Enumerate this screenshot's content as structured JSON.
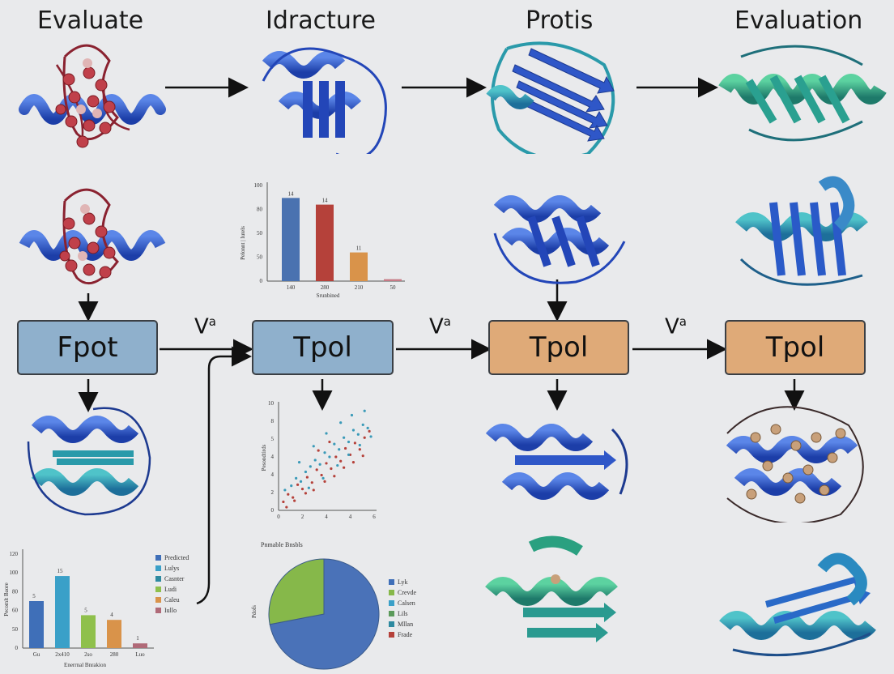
{
  "titles": {
    "col1": "Evaluate",
    "col2": "Idracture",
    "col3": "Protis",
    "col4": "Evaluation"
  },
  "boxes": {
    "box1": "Fpot",
    "box2": "Tpol",
    "box3": "Tpol",
    "box4": "Tpol"
  },
  "connectors": {
    "va1": "V",
    "va1_sup": "a",
    "va2": "V",
    "va2_sup": "a",
    "va3": "V",
    "va3_sup": "a"
  },
  "colors": {
    "box_blue": "#8fb0cc",
    "box_orange": "#dfaa78",
    "ribbon_blue": "#2a56c6",
    "ribbon_teal": "#2a9aaa",
    "ribbon_green": "#28a07a",
    "bead_red": "#c0404a"
  },
  "chart_data": [
    {
      "type": "bar",
      "title": "",
      "ylabel": "Pelonnt | Iutels",
      "xlabel": "Srunbined",
      "categories": [
        "140",
        "280",
        "210",
        "50"
      ],
      "values": [
        87,
        80,
        30,
        2
      ],
      "data_labels": [
        "14",
        "14",
        "11",
        ""
      ],
      "yticks": [
        "0",
        "50",
        "50",
        "80",
        "100"
      ],
      "ylim": [
        0,
        100
      ],
      "colors": [
        "#4a72b0",
        "#b5413a",
        "#d9934a",
        "#c77a86"
      ]
    },
    {
      "type": "scatter",
      "ylabel": "Pesondtirds",
      "xticks": [
        "0",
        "2",
        "4",
        "4",
        "6"
      ],
      "yticks": [
        "0",
        "2",
        "4",
        "4",
        "5",
        "8",
        "10"
      ],
      "xlim": [
        0,
        6
      ],
      "ylim": [
        0,
        10
      ],
      "series": [
        {
          "color": "#b5413a",
          "points": [
            [
              0.3,
              0.8
            ],
            [
              0.6,
              1.5
            ],
            [
              0.9,
              1.2
            ],
            [
              1.2,
              2.4
            ],
            [
              1.5,
              2.0
            ],
            [
              1.8,
              3.1
            ],
            [
              2.1,
              2.6
            ],
            [
              2.4,
              3.8
            ],
            [
              2.7,
              3.3
            ],
            [
              3.0,
              4.4
            ],
            [
              3.3,
              3.9
            ],
            [
              3.6,
              5.0
            ],
            [
              3.9,
              4.6
            ],
            [
              4.2,
              5.8
            ],
            [
              4.5,
              5.2
            ],
            [
              4.8,
              6.3
            ],
            [
              5.1,
              5.7
            ],
            [
              5.4,
              6.8
            ],
            [
              0.5,
              0.3
            ],
            [
              1.0,
              0.9
            ],
            [
              1.7,
              1.6
            ],
            [
              2.2,
              1.9
            ],
            [
              2.9,
              2.7
            ],
            [
              3.5,
              3.2
            ],
            [
              4.1,
              4.0
            ],
            [
              4.7,
              4.5
            ],
            [
              5.3,
              5.1
            ],
            [
              5.7,
              7.4
            ],
            [
              2.5,
              5.6
            ],
            [
              3.2,
              6.4
            ]
          ]
        },
        {
          "color": "#3a9ab8",
          "points": [
            [
              0.4,
              1.9
            ],
            [
              0.8,
              2.3
            ],
            [
              1.1,
              3.0
            ],
            [
              1.4,
              2.7
            ],
            [
              1.7,
              3.6
            ],
            [
              2.0,
              4.1
            ],
            [
              2.3,
              4.7
            ],
            [
              2.6,
              4.3
            ],
            [
              2.9,
              5.4
            ],
            [
              3.2,
              5.0
            ],
            [
              3.5,
              6.2
            ],
            [
              3.8,
              5.7
            ],
            [
              4.1,
              6.8
            ],
            [
              4.4,
              6.4
            ],
            [
              4.7,
              7.5
            ],
            [
              5.0,
              7.1
            ],
            [
              5.3,
              8.0
            ],
            [
              5.6,
              7.7
            ],
            [
              1.3,
              4.5
            ],
            [
              2.2,
              6.0
            ],
            [
              3.0,
              7.2
            ],
            [
              3.9,
              8.2
            ],
            [
              4.6,
              8.9
            ],
            [
              5.4,
              9.3
            ],
            [
              1.9,
              2.1
            ],
            [
              2.8,
              3.0
            ],
            [
              3.7,
              4.2
            ],
            [
              4.4,
              5.2
            ],
            [
              5.1,
              6.1
            ],
            [
              5.8,
              6.9
            ]
          ]
        }
      ]
    },
    {
      "type": "bar",
      "ylabel": "Pecomlt Baore",
      "xlabel": "Enerrnal Bnrakion",
      "categories": [
        "Gu",
        "2x410",
        "2so",
        "280",
        "Luo"
      ],
      "values": [
        60,
        92,
        42,
        36,
        6
      ],
      "data_labels": [
        "5",
        "15",
        "5",
        "4",
        "1"
      ],
      "yticks": [
        "0",
        "50",
        "60",
        "80",
        "100",
        "120"
      ],
      "ylim": [
        0,
        120
      ],
      "colors": [
        "#3f6fb8",
        "#3aa0c8",
        "#8fc04c",
        "#d9934a",
        "#b06a78"
      ],
      "legend": [
        {
          "label": "Predicted",
          "color": "#3f6fb8"
        },
        {
          "label": "Lulys",
          "color": "#3aa0c8"
        },
        {
          "label": "Casnter",
          "color": "#2e8aa0"
        },
        {
          "label": "Ludi",
          "color": "#8fc04c"
        },
        {
          "label": "Caleu",
          "color": "#d9934a"
        },
        {
          "label": "Iullo",
          "color": "#b06a78"
        }
      ]
    },
    {
      "type": "pie",
      "title": "Pnmable Bnsbls",
      "ylabel": "Pdofs",
      "values": [
        72,
        28
      ],
      "colors": [
        "#4a72b8",
        "#86b84a"
      ],
      "legend": [
        {
          "label": "Lyk",
          "color": "#3f6fb8"
        },
        {
          "label": "Crevde",
          "color": "#86b84a"
        },
        {
          "label": "Calsen",
          "color": "#3aa0c8"
        },
        {
          "label": "Lils",
          "color": "#5a9a5a"
        },
        {
          "label": "Mllan",
          "color": "#2e8aa0"
        },
        {
          "label": "Frade",
          "color": "#b5413a"
        }
      ]
    }
  ]
}
